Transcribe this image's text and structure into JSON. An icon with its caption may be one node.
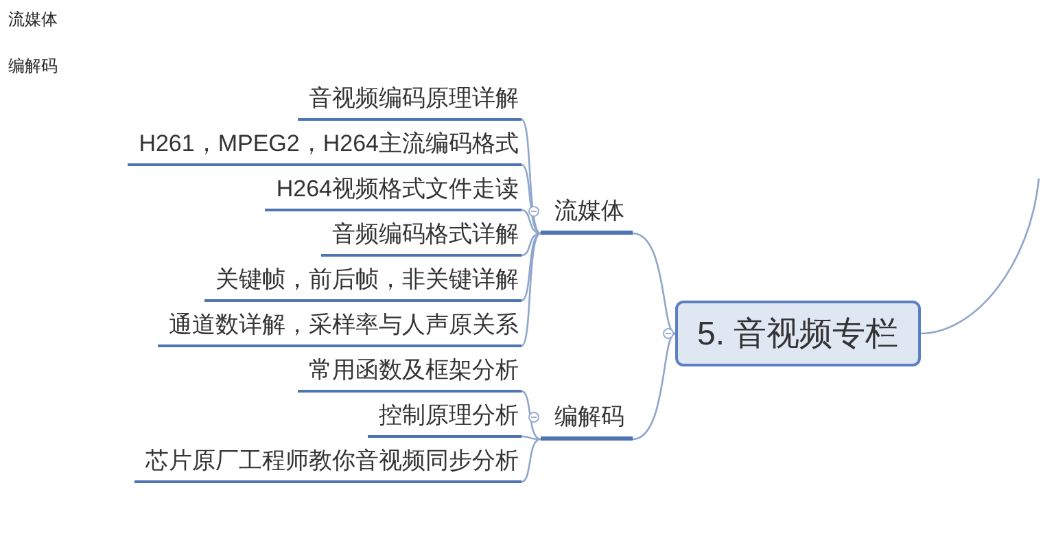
{
  "diagram": {
    "nodes": [
      {
        "text": [
          "5. 音视频专栏"
        ]
      },
      {
        "text": [
          "流媒体"
        ]
      },
      {
        "text": [
          "音视频编码原理详解"
        ]
      },
      {
        "text": [
          "H261，MPEG2，H264主流编码格式"
        ]
      },
      {
        "text": [
          "H264视频格式文件走读"
        ]
      },
      {
        "text": [
          "音频编码格式详解"
        ]
      },
      {
        "text": [
          "关键帧，前后帧，非关键详解"
        ]
      },
      {
        "text": [
          "通道数详解，采样率与人声原关系"
        ]
      },
      {
        "text": [
          "编解码"
        ]
      },
      {
        "text": [
          "常用函数及框架分析"
        ]
      },
      {
        "text": [
          "控制原理分析"
        ]
      },
      {
        "text": [
          "芯片原厂工程师教你音视频同步分析"
        ]
      }
    ],
    "edges": [
      {
        "from": 0,
        "to": 1,
        "arrow": "none"
      },
      {
        "from": 1,
        "to": 2,
        "arrow": "none"
      },
      {
        "from": 1,
        "to": 3,
        "arrow": "none"
      },
      {
        "from": 1,
        "to": 4,
        "arrow": "none"
      },
      {
        "from": 1,
        "to": 5,
        "arrow": "none"
      },
      {
        "from": 1,
        "to": 6,
        "arrow": "none"
      },
      {
        "from": 1,
        "to": 7,
        "arrow": "none"
      },
      {
        "from": 0,
        "to": 8,
        "arrow": "none"
      },
      {
        "from": 8,
        "to": 9,
        "arrow": "none"
      },
      {
        "from": 8,
        "to": 10,
        "arrow": "none"
      },
      {
        "from": 8,
        "to": 11,
        "arrow": "none"
      },
      {
        "from": 0,
        "to": null,
        "arrow": "none"
      }
    ],
    "labels": [
      "流媒体",
      "编解码"
    ]
  }
}
